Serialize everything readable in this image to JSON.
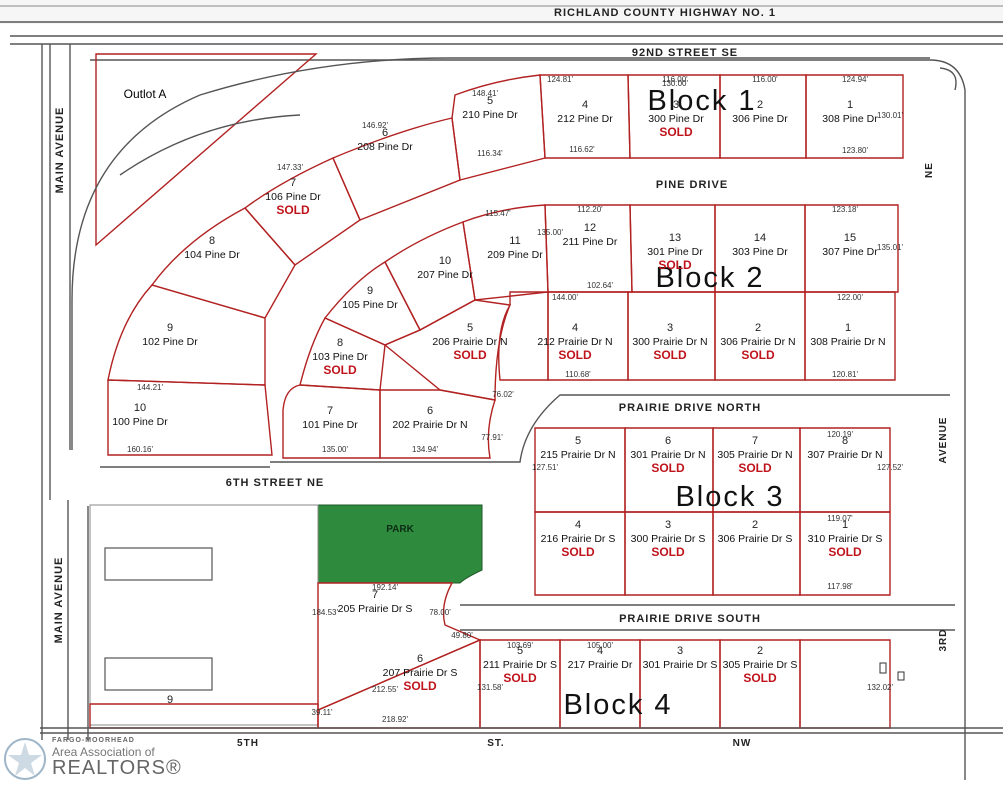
{
  "streets": {
    "highway": "RICHLAND COUNTY HIGHWAY NO. 1",
    "street_92nd": "92ND STREET SE",
    "main_avenue": "MAIN AVENUE",
    "pine_drive": "PINE DRIVE",
    "prairie_north": "PRAIRIE DRIVE NORTH",
    "sixth_street": "6TH STREET NE",
    "prairie_south": "PRAIRIE DRIVE SOUTH",
    "third_avenue": "3RD",
    "avenue": "AVENUE",
    "ne": "NE",
    "fifth": "5TH",
    "st": "ST.",
    "nw": "NW"
  },
  "outlot": "Outlot A",
  "park": "PARK",
  "blocks": [
    "Block 1",
    "Block 2",
    "Block 3",
    "Block 4"
  ],
  "sold_label": "SOLD",
  "lots": [
    {
      "n": "1",
      "addr": "308 Pine Dr",
      "sold": false
    },
    {
      "n": "2",
      "addr": "306 Pine Dr",
      "sold": false
    },
    {
      "n": "3",
      "addr": "300 Pine Dr",
      "sold": true
    },
    {
      "n": "4",
      "addr": "212 Pine Dr",
      "sold": false
    },
    {
      "n": "5",
      "addr": "210 Pine Dr",
      "sold": false
    },
    {
      "n": "6",
      "addr": "208 Pine Dr",
      "sold": false
    },
    {
      "n": "7",
      "addr": "106 Pine Dr",
      "sold": true
    },
    {
      "n": "8",
      "addr": "104 Pine Dr",
      "sold": false
    },
    {
      "n": "9",
      "addr": "102 Pine Dr",
      "sold": false
    },
    {
      "n": "10",
      "addr": "100 Pine Dr",
      "sold": false
    },
    {
      "n": "15",
      "addr": "307 Pine Dr",
      "sold": false
    },
    {
      "n": "14",
      "addr": "303 Pine Dr",
      "sold": false
    },
    {
      "n": "13",
      "addr": "301 Pine Dr",
      "sold": true
    },
    {
      "n": "12",
      "addr": "211 Pine Dr",
      "sold": false
    },
    {
      "n": "11",
      "addr": "209 Pine Dr",
      "sold": false
    },
    {
      "n": "10",
      "addr": "207 Pine Dr",
      "sold": false
    },
    {
      "n": "9",
      "addr": "105 Pine Dr",
      "sold": false
    },
    {
      "n": "8",
      "addr": "103 Pine Dr",
      "sold": true
    },
    {
      "n": "7",
      "addr": "101 Pine Dr",
      "sold": false
    },
    {
      "n": "6",
      "addr": "202 Prairie Dr N",
      "sold": false
    },
    {
      "n": "5",
      "addr": "206 Prairie Dr N",
      "sold": true
    },
    {
      "n": "4",
      "addr": "212 Prairie Dr N",
      "sold": true
    },
    {
      "n": "3",
      "addr": "300 Prairie Dr N",
      "sold": true
    },
    {
      "n": "2",
      "addr": "306 Prairie Dr N",
      "sold": true
    },
    {
      "n": "1",
      "addr": "308 Prairie Dr N",
      "sold": false
    },
    {
      "n": "5",
      "addr": "215 Prairie Dr N",
      "sold": false
    },
    {
      "n": "6",
      "addr": "301 Prairie Dr N",
      "sold": true
    },
    {
      "n": "7",
      "addr": "305 Prairie Dr N",
      "sold": true
    },
    {
      "n": "8",
      "addr": "307 Prairie Dr N",
      "sold": false
    },
    {
      "n": "4",
      "addr": "216 Prairie Dr S",
      "sold": true
    },
    {
      "n": "3",
      "addr": "300 Prairie Dr S",
      "sold": true
    },
    {
      "n": "2",
      "addr": "306 Prairie Dr S",
      "sold": false
    },
    {
      "n": "1",
      "addr": "310 Prairie Dr S",
      "sold": true
    },
    {
      "n": "7",
      "addr": "205 Prairie Dr S",
      "sold": false
    },
    {
      "n": "6",
      "addr": "207 Prairie Dr S",
      "sold": true
    },
    {
      "n": "5",
      "addr": "211 Prairie Dr S",
      "sold": true
    },
    {
      "n": "4",
      "addr": "217 Prairie Dr",
      "sold": false
    },
    {
      "n": "3",
      "addr": "301 Prairie Dr S",
      "sold": false
    },
    {
      "n": "2",
      "addr": "305 Prairie Dr S",
      "sold": true
    },
    {
      "n": "9",
      "addr": "",
      "sold": false
    }
  ],
  "dimensions": [
    "124.81'",
    "116.00'",
    "116.00'",
    "124.94'",
    "148.41'",
    "146.92'",
    "147.33'",
    "130.00'",
    "130.01'",
    "123.80'",
    "116.62'",
    "116.34'",
    "112.20'",
    "123.18'",
    "115.47'",
    "135.00'",
    "135.01'",
    "102.64'",
    "144.00'",
    "122.00'",
    "110.68'",
    "120.81'",
    "144.21'",
    "160.16'",
    "135.00'",
    "134.94'",
    "127.51'",
    "127.52'",
    "120.19'",
    "119.07'",
    "117.98'",
    "192.14'",
    "212.55'",
    "218.92'",
    "184.53'",
    "78.00'",
    "49.80'",
    "103.69'",
    "105.00'",
    "131.58'",
    "132.02'",
    "39.11'",
    "76.02'",
    "77.91'"
  ],
  "logo": {
    "line1": "FARGO-MOORHEAD",
    "line2": "Area Association of",
    "line3": "REALTORS®"
  }
}
